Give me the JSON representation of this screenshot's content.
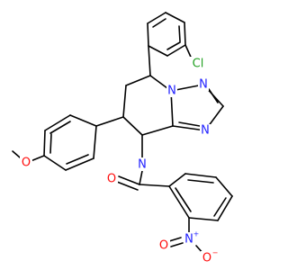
{
  "colors": {
    "bond": "#000000",
    "N": "#1f1fff",
    "O": "#ff0d0d",
    "Cl": "#22a022"
  },
  "atoms": {
    "cl": {
      "text": "Cl",
      "element": "Cl"
    },
    "n_bridge": {
      "text": "N",
      "element": "N"
    },
    "n_ring_top": {
      "text": "N",
      "element": "N"
    },
    "n_ring_right": {
      "text": "N",
      "element": "N"
    },
    "n_amide": {
      "text": "N",
      "element": "N"
    },
    "o_methoxy": {
      "text": "O",
      "element": "O"
    },
    "o_carbonyl": {
      "text": "O",
      "element": "O"
    },
    "n_nitro": {
      "text": "N",
      "element": "N",
      "charge": "+"
    },
    "o_nitro_minus": {
      "text": "O",
      "element": "O",
      "charge": "−"
    },
    "o_nitro": {
      "text": "O",
      "element": "O"
    }
  }
}
